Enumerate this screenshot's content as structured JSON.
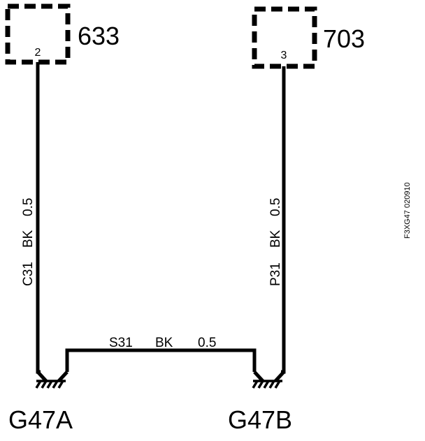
{
  "connectors": [
    {
      "id": "633",
      "pin": "2"
    },
    {
      "id": "703",
      "pin": "3"
    }
  ],
  "wires": [
    {
      "circuit": "C31",
      "color": "BK",
      "size": "0.5"
    },
    {
      "circuit": "P31",
      "color": "BK",
      "size": "0.5"
    },
    {
      "circuit": "S31",
      "color": "BK",
      "size": "0.5"
    }
  ],
  "grounds": [
    {
      "id": "G47A"
    },
    {
      "id": "G47B"
    }
  ],
  "reference_code": "F3XG47 020910",
  "colors": {
    "line": "#000000",
    "background": "#ffffff"
  }
}
